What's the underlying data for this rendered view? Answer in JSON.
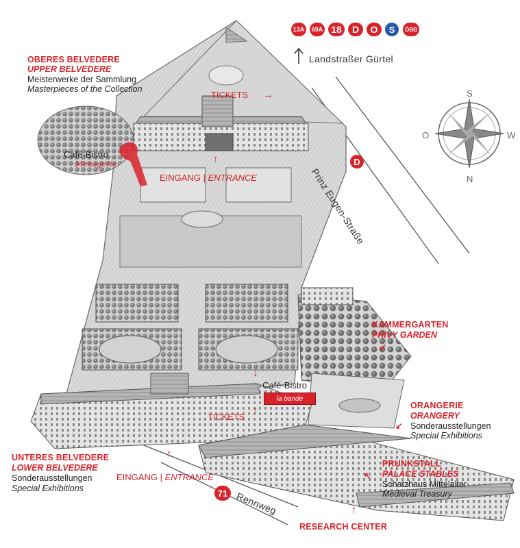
{
  "colors": {
    "accent": "#d8232a",
    "text": "#222222",
    "drawing": "#555555"
  },
  "transit": {
    "badges": [
      "13A",
      "69A",
      "18",
      "D",
      "O",
      "S",
      "ÖBB"
    ],
    "street": "Landstraßer Gürtel"
  },
  "compass": {
    "north": "N",
    "south": "S",
    "east": "W",
    "west": "O"
  },
  "upper_belvedere": {
    "title_de": "OBERES BELVEDERE",
    "title_en": "UPPER BELVEDERE",
    "sub_de": "Meisterwerke der Sammlung",
    "sub_en": "Masterpieces of the Collection"
  },
  "tickets_top": "TICKETS",
  "cafe_top": {
    "label": "Café-Bistro",
    "logo": "Menagerie"
  },
  "entrance_top": {
    "de": "EINGANG",
    "sep": " | ",
    "en": "ENTRANCE"
  },
  "tram_d": {
    "badge": "D",
    "street": "Prinz Eugen-Straße"
  },
  "privy_garden": {
    "de": "KAMMERGARTEN",
    "en": "PRIVY GARDEN"
  },
  "cafe_bottom": {
    "label": "Café-Bistro",
    "logo": "la bande"
  },
  "tickets_bottom": "TICKETS",
  "orangery": {
    "de": "ORANGERIE",
    "en": "ORANGERY",
    "sub_de": "Sonderausstellungen",
    "sub_en": "Special Exhibitions"
  },
  "lower_belvedere": {
    "title_de": "UNTERES BELVEDERE",
    "title_en": "LOWER BELVEDERE",
    "sub_de": "Sonderausstellungen",
    "sub_en": "Special Exhibitions"
  },
  "palace_stables": {
    "de": "PRUNKSTALL",
    "en": "PALACE STABLES",
    "sub_de": "Schatzhaus Mittelalter",
    "sub_en": "Medieval Treasury"
  },
  "entrance_bottom": {
    "de": "EINGANG",
    "sep": " | ",
    "en": "ENTRANCE"
  },
  "tram_71": {
    "badge": "71",
    "street": "Rennweg"
  },
  "research_center": "RESEARCH CENTER"
}
